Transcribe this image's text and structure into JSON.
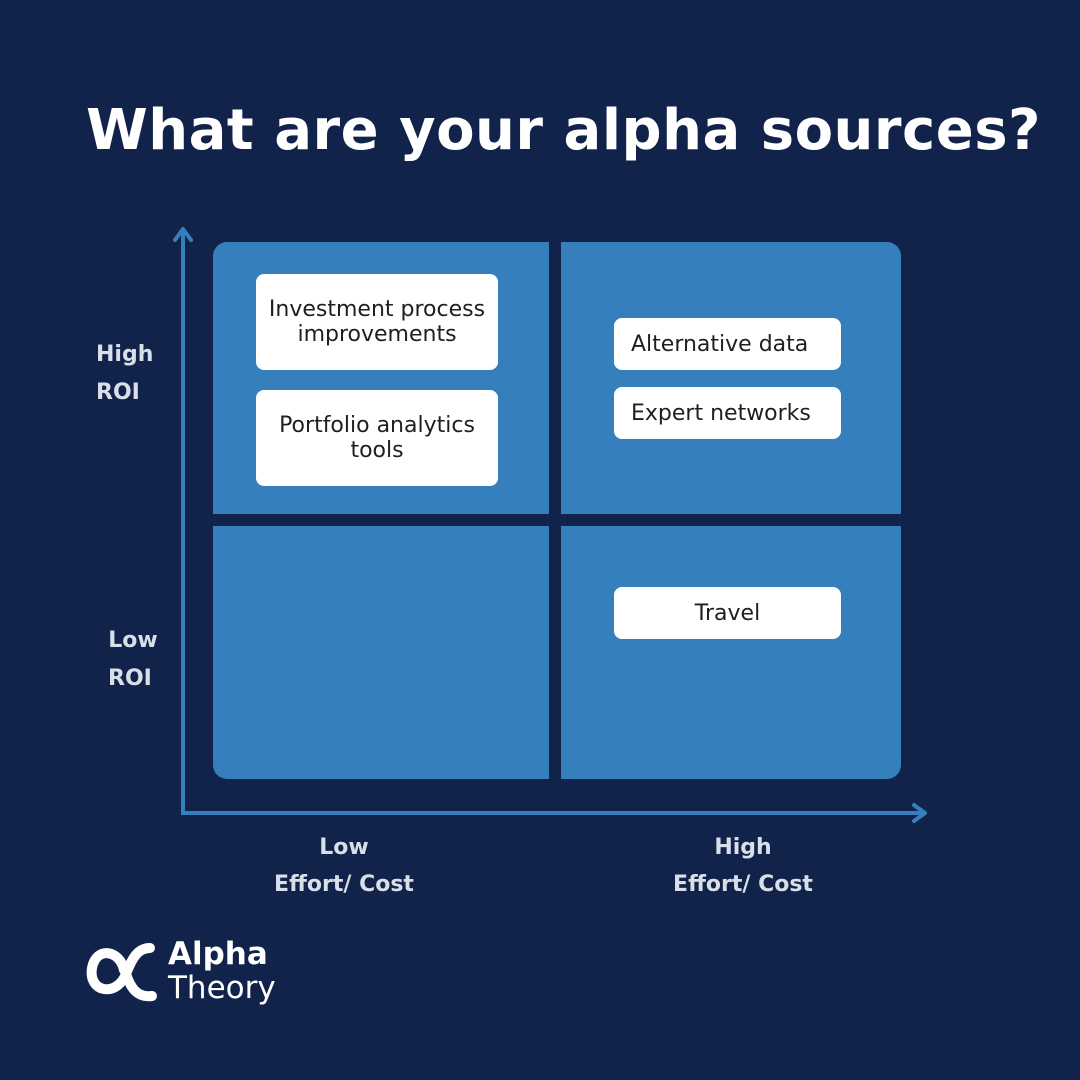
{
  "title": "What are your alpha sources?",
  "y_axis": {
    "high": [
      "High",
      "ROI"
    ],
    "low": [
      "Low",
      "ROI"
    ]
  },
  "x_axis": {
    "low": [
      "Low",
      "Effort/ Cost"
    ],
    "high": [
      "High",
      "Effort/ Cost"
    ]
  },
  "quadrants": {
    "high_roi_low_effort": [
      "Investment process improvements",
      "Portfolio analytics tools"
    ],
    "high_roi_high_effort": [
      "Alternative data",
      "Expert networks"
    ],
    "low_roi_low_effort": [],
    "low_roi_high_effort": [
      "Travel"
    ]
  },
  "cards": {
    "investment_process": [
      "Investment process",
      "improvements"
    ],
    "portfolio_analytics": [
      "Portfolio analytics",
      "tools"
    ],
    "alternative_data": "Alternative data",
    "expert_networks": "Expert networks",
    "travel": "Travel"
  },
  "logo": {
    "line1": "Alpha",
    "line2": "Theory"
  },
  "colors": {
    "background": "#11234b",
    "quadrant": "#3580bc",
    "axis": "#3580bc",
    "card": "#ffffff"
  }
}
